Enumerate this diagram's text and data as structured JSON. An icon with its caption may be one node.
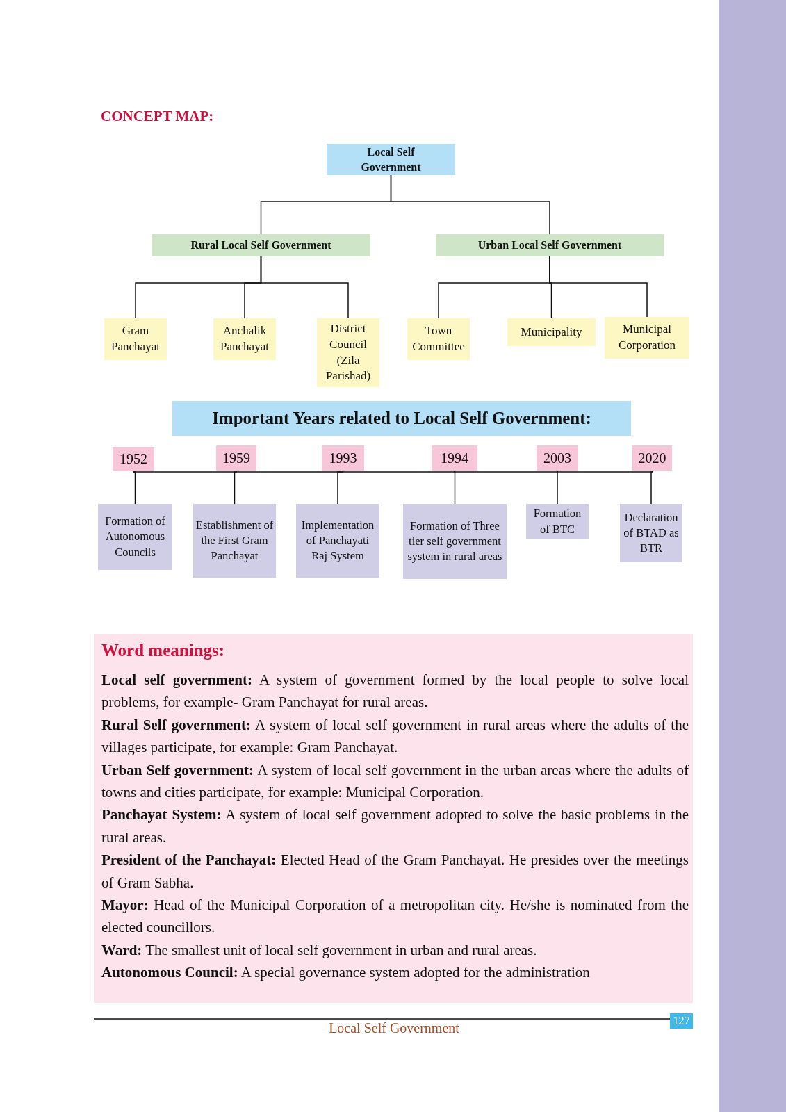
{
  "diagram": {
    "title": "CONCEPT MAP:",
    "nodes": [
      {
        "text": [
          "Local Self Government"
        ]
      },
      {
        "text": [
          "Rural Local Self Government"
        ]
      },
      {
        "text": [
          "Urban Local Self Government"
        ]
      },
      {
        "text": [
          "Gram Panchayat"
        ]
      },
      {
        "text": [
          "Anchalik Panchayat"
        ]
      },
      {
        "text": [
          "District Council (Zila Parishad)"
        ]
      },
      {
        "text": [
          "Town Committee"
        ]
      },
      {
        "text": [
          "Municipality"
        ]
      },
      {
        "text": [
          "Municipal Corporation"
        ]
      },
      {
        "text": [
          "Important Years related to Local Self Government:"
        ]
      },
      {
        "text": [
          "1952"
        ]
      },
      {
        "text": [
          "1959"
        ]
      },
      {
        "text": [
          "1993"
        ]
      },
      {
        "text": [
          "1994"
        ]
      },
      {
        "text": [
          "2003"
        ]
      },
      {
        "text": [
          "2020"
        ]
      },
      {
        "text": [
          "Formation of Autonomous Councils"
        ]
      },
      {
        "text": [
          "Establishment of the First Gram Panchayat"
        ]
      },
      {
        "text": [
          "Implementation of Panchayati Raj System"
        ]
      },
      {
        "text": [
          "Formation of Three tier self government system in rural areas"
        ]
      },
      {
        "text": [
          "Formation of BTC"
        ]
      },
      {
        "text": [
          "Declaration of BTAD as BTR"
        ]
      },
      {
        "text": [
          "Word meanings:",
          "**Local self government:** A system of government formed by the local people to solve local problems, for example- Gram Panchayat for rural areas.",
          "**Rural Self government:** A system of local self government in rural areas where the adults of the villages participate, for example: Gram Panchayat.",
          "**Urban Self government:** A system of local self government in the urban areas where the adults of towns and cities participate, for example: Municipal Corporation.",
          "**Panchayat System:** A system of local self government adopted to solve the basic problems in the rural areas.",
          "**President of the Panchayat:** Elected Head of the Gram Panchayat. He presides over the meetings of Gram Sabha.",
          "**Mayor:** Head of the Municipal Corporation of a metropolitan city. He/she is nominated from the elected councillors.",
          "**Ward:** The smallest unit of local self government in urban and rural areas.",
          "**Autonomous Council:** A special governance system adopted for the administration"
        ]
      }
    ],
    "edges": [
      {
        "from": 0,
        "to": 1,
        "arrow": "none"
      },
      {
        "from": 0,
        "to": 2,
        "arrow": "none"
      },
      {
        "from": 1,
        "to": 3,
        "arrow": "none"
      },
      {
        "from": 1,
        "to": 4,
        "arrow": "none"
      },
      {
        "from": 1,
        "to": 5,
        "arrow": "none"
      },
      {
        "from": 2,
        "to": 6,
        "arrow": "none"
      },
      {
        "from": 2,
        "to": 7,
        "arrow": "none"
      },
      {
        "from": 2,
        "to": 8,
        "arrow": "none"
      },
      {
        "from": 10,
        "to": 16,
        "arrow": "none"
      },
      {
        "from": 11,
        "to": 17,
        "arrow": "none"
      },
      {
        "from": 12,
        "to": 18,
        "arrow": "none"
      },
      {
        "from": 13,
        "to": 19,
        "arrow": "none"
      },
      {
        "from": 14,
        "to": 20,
        "arrow": "none"
      },
      {
        "from": 15,
        "to": 21,
        "arrow": "none"
      }
    ],
    "labels": [
      "Local Self Government",
      "127"
    ]
  }
}
